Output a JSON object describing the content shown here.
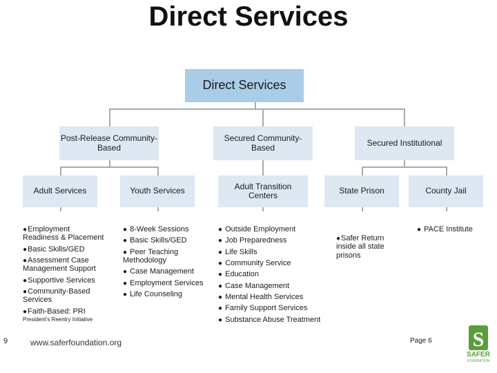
{
  "page_title": "Direct Services",
  "root": {
    "label": "Direct Services"
  },
  "level1": [
    {
      "label": "Post-Release Community-Based"
    },
    {
      "label": "Secured Community-Based"
    },
    {
      "label": "Secured Institutional"
    }
  ],
  "level2": [
    {
      "label": "Adult Services"
    },
    {
      "label": "Youth Services"
    },
    {
      "label": "Adult Transition Centers"
    },
    {
      "label": "State Prison"
    },
    {
      "label": "County Jail"
    }
  ],
  "lists": {
    "adult_services": [
      "Employment Readiness & Placement",
      "Basic Skills/GED",
      "Assessment Case Management Support",
      "Supportive Services",
      "Community-Based Services",
      "Faith-Based: PRI"
    ],
    "adult_services_note": "President's Reentry Initiative",
    "youth_services": [
      "8-Week Sessions",
      "Basic Skills/GED",
      "Peer Teaching Methodology",
      "Case Management",
      "Employment Services",
      "Life Counseling"
    ],
    "adult_transition_centers": [
      "Outside Employment",
      "Job Preparedness",
      "Life Skills",
      "Community Service",
      "Education",
      "Case Management",
      "Mental Health Services",
      "Family Support Services",
      "Substance Abuse Treatment"
    ],
    "state_prison": [
      "Safer Return inside all state prisons"
    ],
    "county_jail": [
      "PACE Institute"
    ]
  },
  "footer": {
    "slide_number": "9",
    "url": "www.saferfoundation.org",
    "page": "Page 6"
  },
  "logo": {
    "text": "SAFER",
    "subtext": "FOUNDATION",
    "color": "#5a9e3a"
  },
  "colors": {
    "root_box": "#a9cde6",
    "child_box": "#dde8f3",
    "connector": "#a6aaae"
  }
}
